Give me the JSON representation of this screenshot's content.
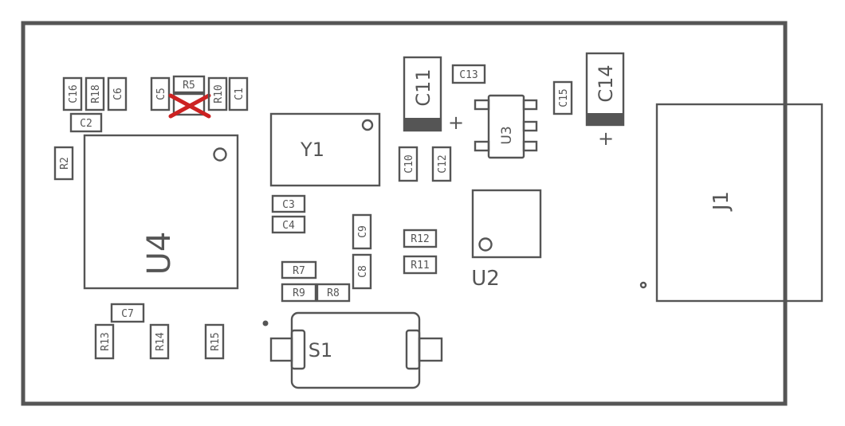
{
  "board": {
    "outline_color": "#555555",
    "background": "#ffffff",
    "marker_color": "#cc2222"
  },
  "components": {
    "C16": "C16",
    "R18": "R18",
    "C6": "C6",
    "C5": "C5",
    "R5": "R5",
    "R10": "R10",
    "C1": "C1",
    "C2": "C2",
    "R2": "R2",
    "U4": "U4",
    "Y1": "Y1",
    "C11": "C11",
    "C13": "C13",
    "U3": "U3",
    "C15": "C15",
    "C14": "C14",
    "C10": "C10",
    "C12": "C12",
    "J1": "J1",
    "C3": "C3",
    "C4": "C4",
    "C9": "C9",
    "R12": "R12",
    "R11": "R11",
    "U2": "U2",
    "R7": "R7",
    "C8": "C8",
    "R9": "R9",
    "R8": "R8",
    "C7": "C7",
    "R13": "R13",
    "R14": "R14",
    "R15": "R15",
    "S1": "S1"
  },
  "polarity": {
    "C11": "+",
    "C14": "+"
  },
  "markers": {
    "R5": "removed"
  }
}
